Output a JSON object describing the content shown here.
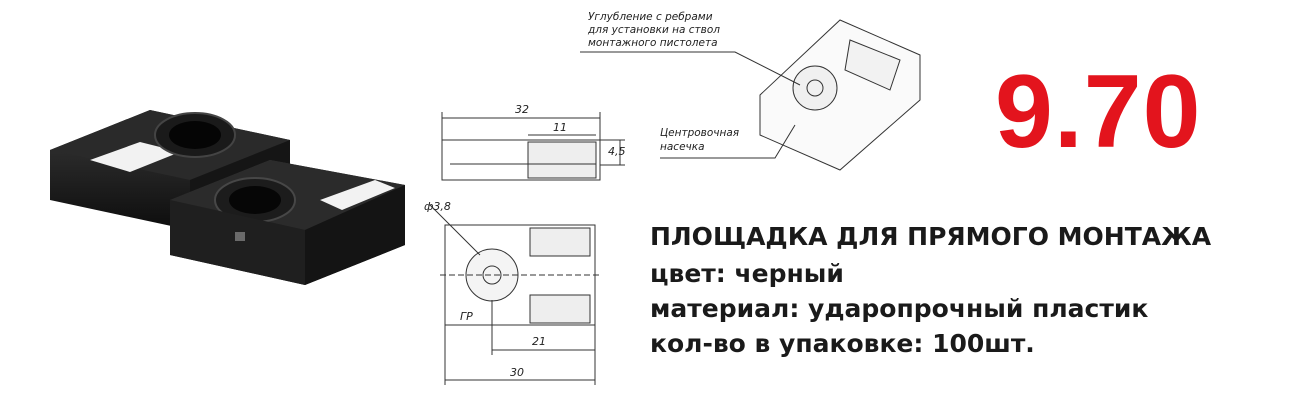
{
  "price": "9.70",
  "product": {
    "title": "ПЛОЩАДКА ДЛЯ ПРЯМОГО МОНТАЖА",
    "color_line": "цвет: черный",
    "material_line": "материал: ударопрочный пластик",
    "pack_line": "кол-во в упаковке: 100шт."
  },
  "drawing": {
    "dim_32": "32",
    "dim_11": "11",
    "dim_4_5": "4,5",
    "dim_d3_8": "ф3,8",
    "dim_21": "21",
    "dim_30": "30",
    "callout_recess": [
      "Углубление с ребрами",
      "для установки на ствол",
      "монтажного пистолета"
    ],
    "callout_notch": [
      "Центровочная",
      "насечка"
    ],
    "mark": "ГР"
  },
  "colors": {
    "price": "#e3141d",
    "text": "#1a1a1a"
  }
}
